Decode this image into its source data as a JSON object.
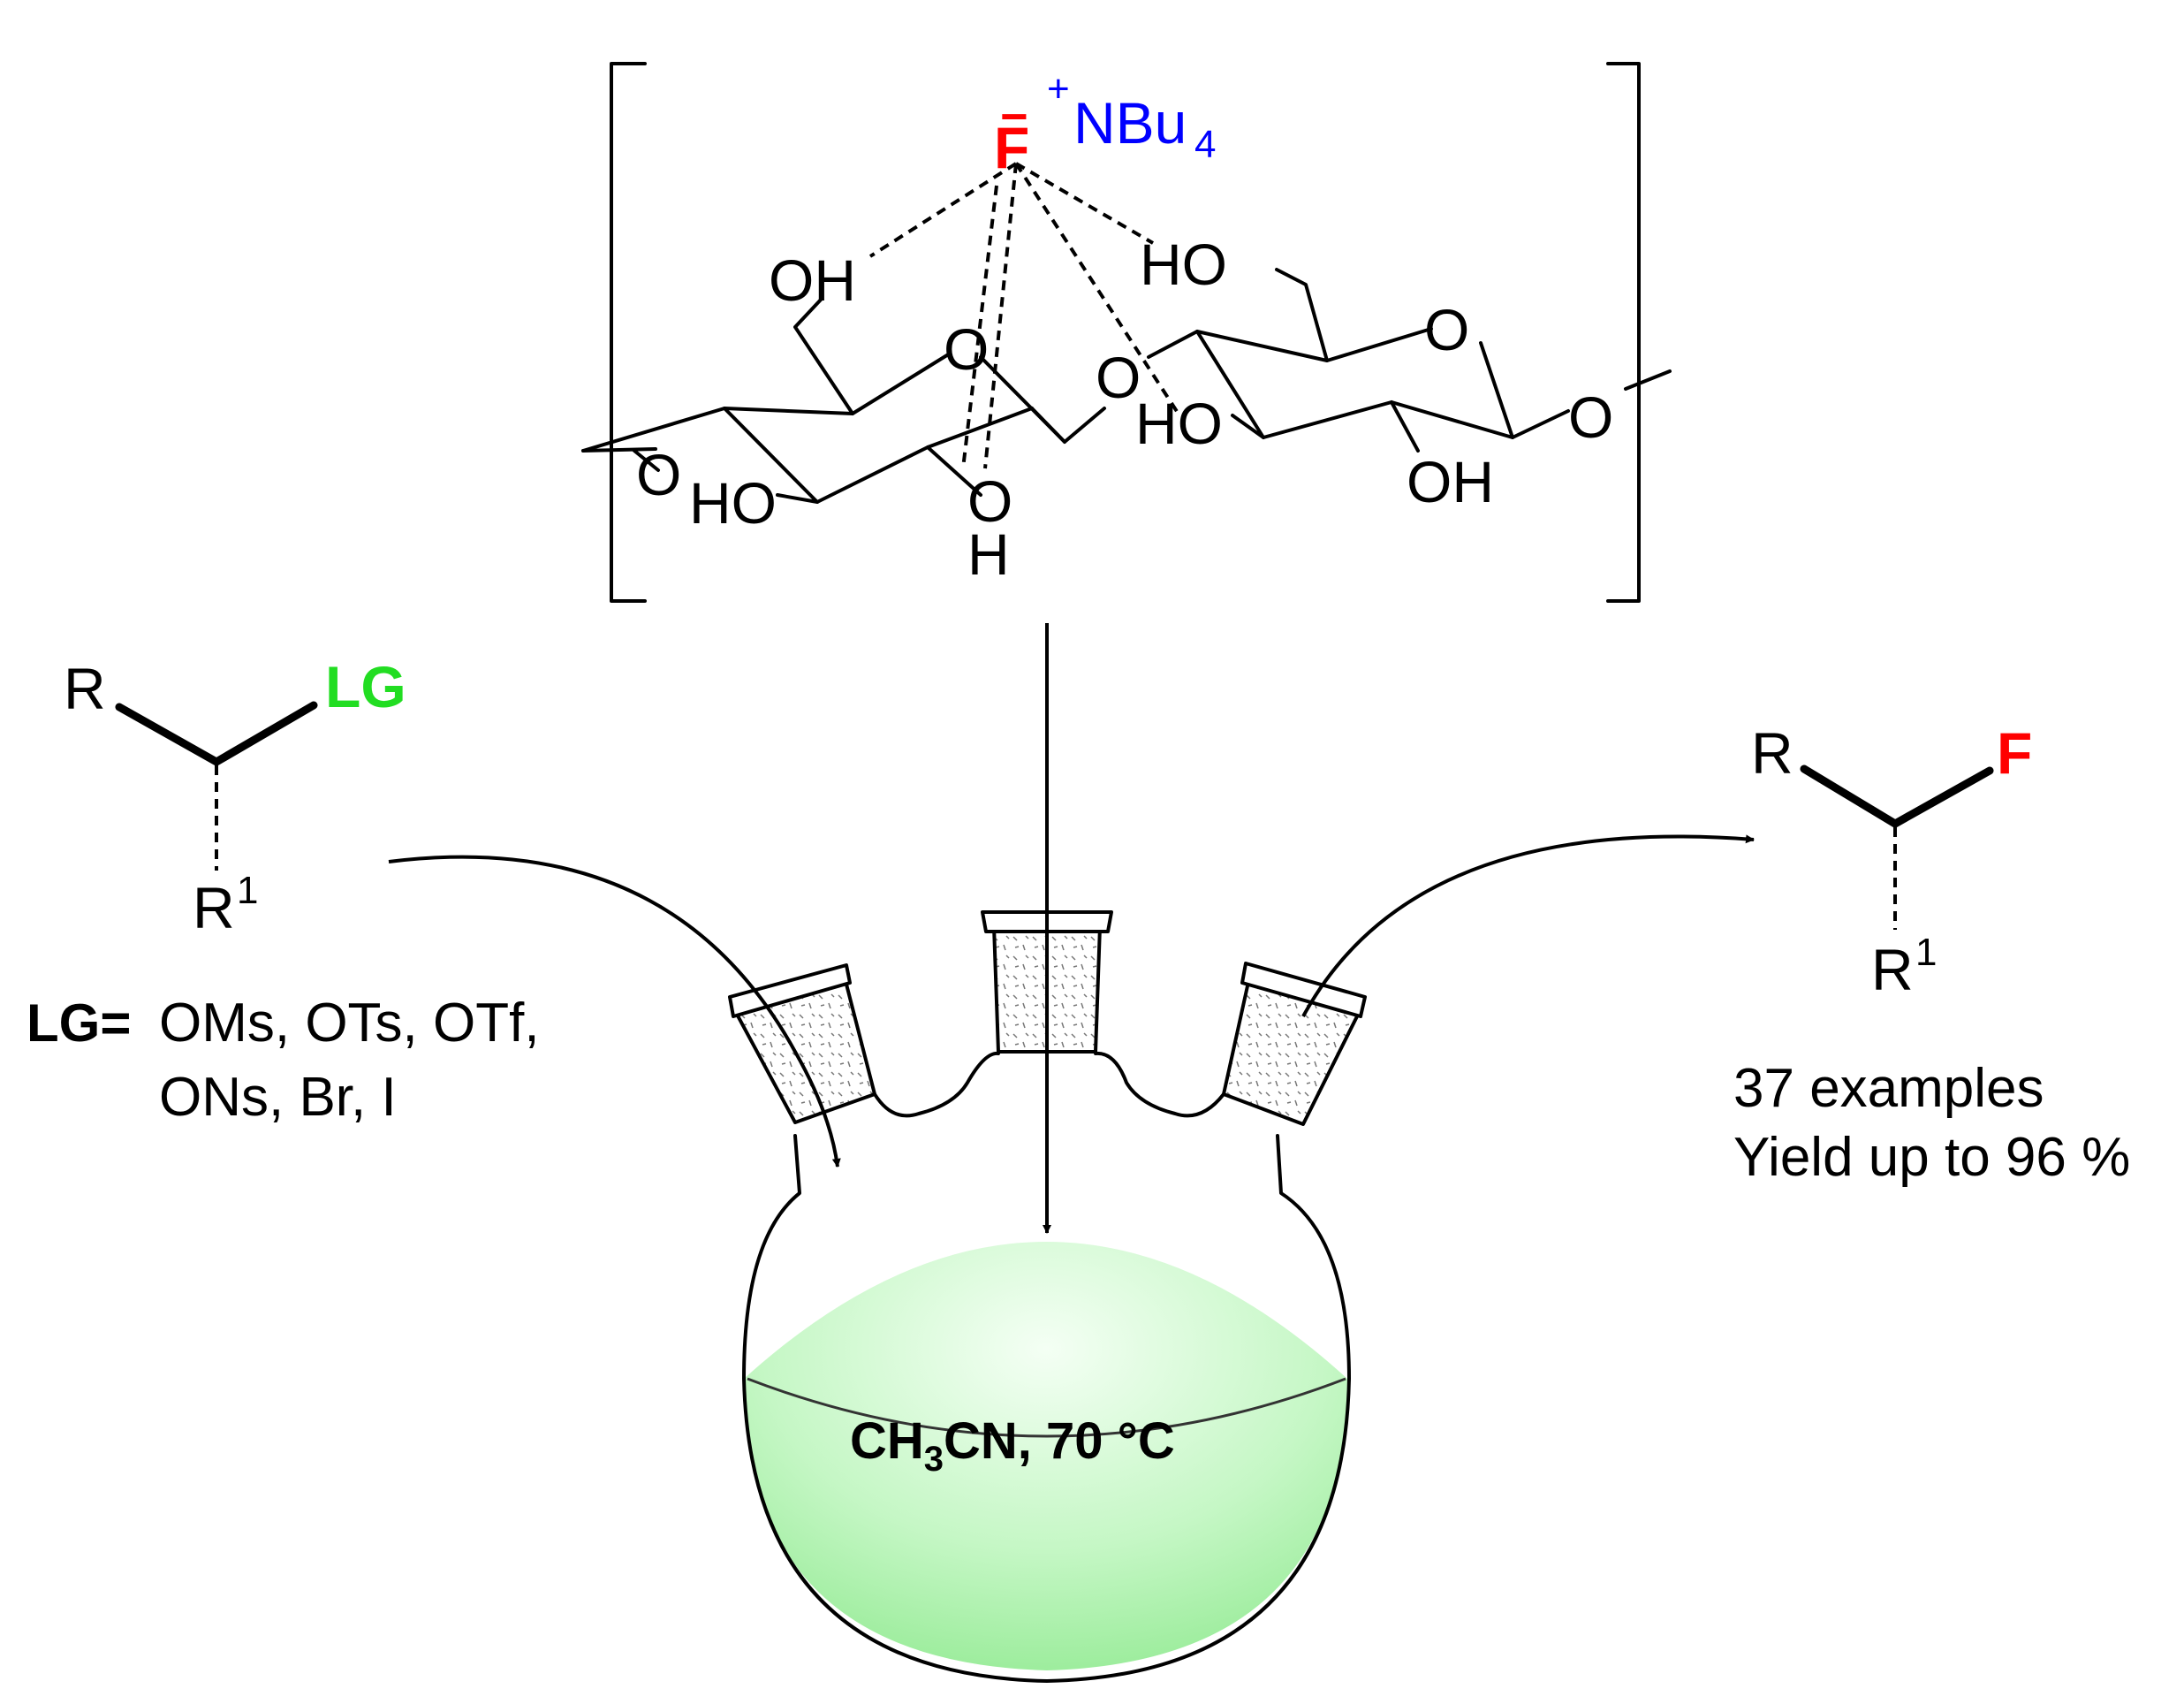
{
  "complex": {
    "fluoride": "F",
    "fluoride_charge": "−",
    "counter_cation": "NBu",
    "counter_cation_subscript": "4",
    "counter_cation_charge": "+",
    "hydroxyl_OH": "OH",
    "hydroxyl_HO": "HO",
    "ring_oxygen": "O",
    "hydrogen": "H"
  },
  "reactant": {
    "R": "R",
    "R1_base": "R",
    "R1_sup": "1",
    "leaving_group": "LG"
  },
  "leaving_groups": {
    "label": "LG=",
    "line1": "OMs, OTs, OTf,",
    "line2": "ONs, Br, I"
  },
  "product": {
    "R": "R",
    "R1_base": "R",
    "R1_sup": "1",
    "fluorine": "F"
  },
  "conditions": {
    "solvent_prefix": "CH",
    "solvent_sub": "3",
    "solvent_suffix": "CN, 70 °C"
  },
  "results": {
    "examples": "37 examples",
    "yield": "Yield up to 96 %"
  },
  "colors": {
    "fluoride": "#ff0000",
    "cation": "#0000ff",
    "leaving_group": "#22dd22",
    "solution_light": "#e6ffe6",
    "solution_dark": "#9ff09f"
  }
}
